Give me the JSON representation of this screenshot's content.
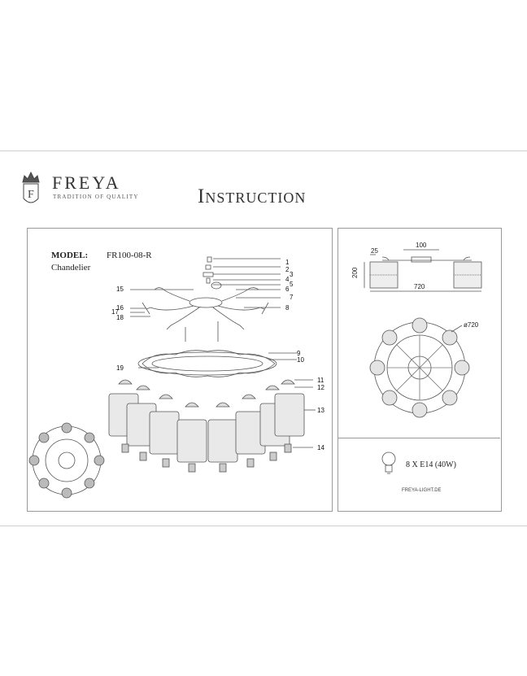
{
  "header": {
    "brand": "FREYA",
    "tagline": "TRADITION OF QUALITY",
    "title": "Instruction"
  },
  "product": {
    "model_label": "MODEL:",
    "model_value": "FR100-08-R",
    "type": "Chandelier"
  },
  "part_numbers": [
    "1",
    "2",
    "3",
    "4",
    "5",
    "6",
    "7",
    "8",
    "9",
    "10",
    "11",
    "12",
    "13",
    "14",
    "15",
    "16",
    "17",
    "18",
    "19"
  ],
  "dimensions": {
    "top_width": "100",
    "side_offset": "25",
    "height": "200",
    "total_width": "720",
    "diameter": "ø720"
  },
  "bulb": {
    "spec": "8 X E14 (40W)"
  },
  "footer": {
    "url": "FREYA-LIGHT.DE"
  }
}
